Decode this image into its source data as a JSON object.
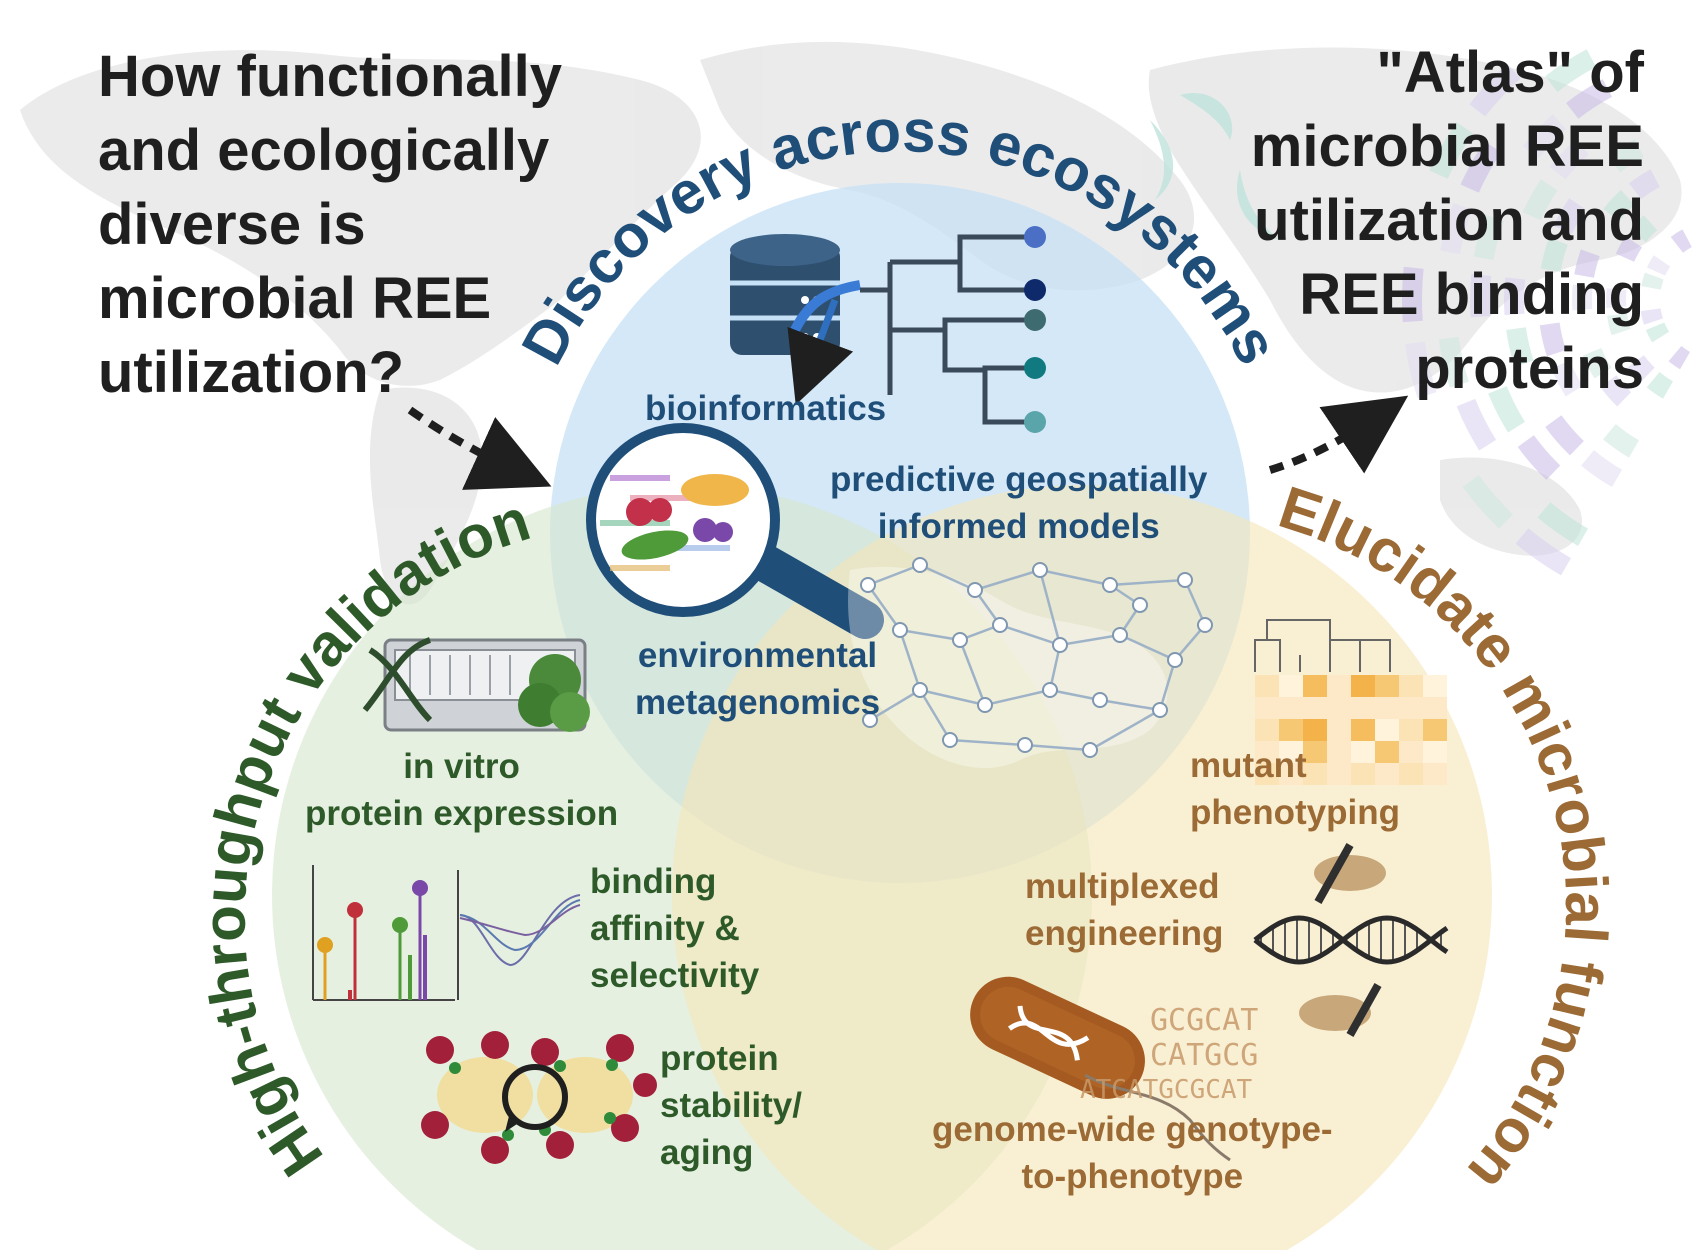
{
  "question_lines": [
    "How functionally",
    "and ecologically",
    "diverse is",
    "microbial REE",
    "utilization?"
  ],
  "atlas_lines": [
    "\"Atlas\" of",
    "microbial REE",
    "utilization and",
    "REE binding",
    "proteins"
  ],
  "circles": {
    "discovery": {
      "title": "Discovery across ecosystems",
      "color": "#c6e0f5"
    },
    "validation": {
      "title": "High-throughput validation",
      "color": "#d6e7cf"
    },
    "function": {
      "title": "Elucidate microbial function",
      "color": "#f5e6b8"
    }
  },
  "labels": {
    "bioinformatics": "bioinformatics",
    "predictive": [
      "predictive geospatially",
      "informed  models"
    ],
    "metagenomics": [
      "environmental",
      "metagenomics"
    ],
    "in_vitro": [
      "in vitro",
      "protein expression"
    ],
    "binding": [
      "binding",
      "affinity &",
      "selectivity"
    ],
    "stability": [
      "protein",
      "stability/",
      "aging"
    ],
    "mutant": [
      "mutant",
      "phenotyping"
    ],
    "multiplexed": [
      "multiplexed",
      "engineering"
    ],
    "genome": [
      "genome-wide genotype-",
      "to-phenotype"
    ]
  },
  "sequence_text": [
    "GCGCAT",
    "CATGCG",
    "ATCATGCGCAT"
  ],
  "colors": {
    "blue_title": "#1f4e79",
    "green_title": "#2e5a2a",
    "tan_title": "#9b6a35",
    "text": "#1f1f1f"
  }
}
